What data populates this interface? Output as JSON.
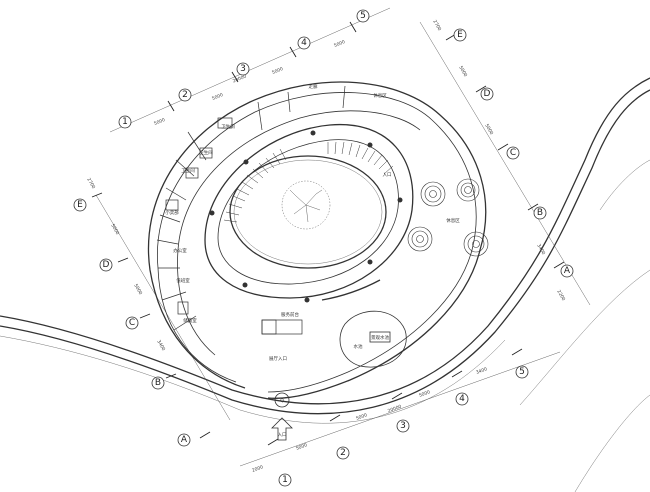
{
  "grid": {
    "numbers": [
      "1",
      "2",
      "3",
      "4",
      "5"
    ],
    "letters": [
      "A",
      "B",
      "C",
      "D",
      "E"
    ],
    "top_dims": [
      "5000",
      "5000",
      "5000",
      "5000"
    ],
    "top_total": "20000",
    "bottom_dims": [
      "2000",
      "5000",
      "5000",
      "5000",
      "3400"
    ],
    "bottom_total": "20000",
    "left_dims": [
      "2700",
      "5000",
      "5000",
      "3400"
    ],
    "right_dims": [
      "2700",
      "5000",
      "5000",
      "3400",
      "2200"
    ]
  },
  "rooms": {
    "wc1": "卫生间",
    "wc2": "卫生间",
    "wc3": "卫生间",
    "office1": "办公室",
    "office2": "值班室",
    "storage": "储藏室",
    "shop": "小卖部",
    "corridor": "走廊",
    "corridor2": "休息区",
    "entry": "入口",
    "exhibit": "展厅入口",
    "lounge": "休息区",
    "pond": "水池",
    "pond_label": "景观水池",
    "reception": "服务前台"
  },
  "entrance": {
    "arrow_label": "入口",
    "label": "Q"
  }
}
